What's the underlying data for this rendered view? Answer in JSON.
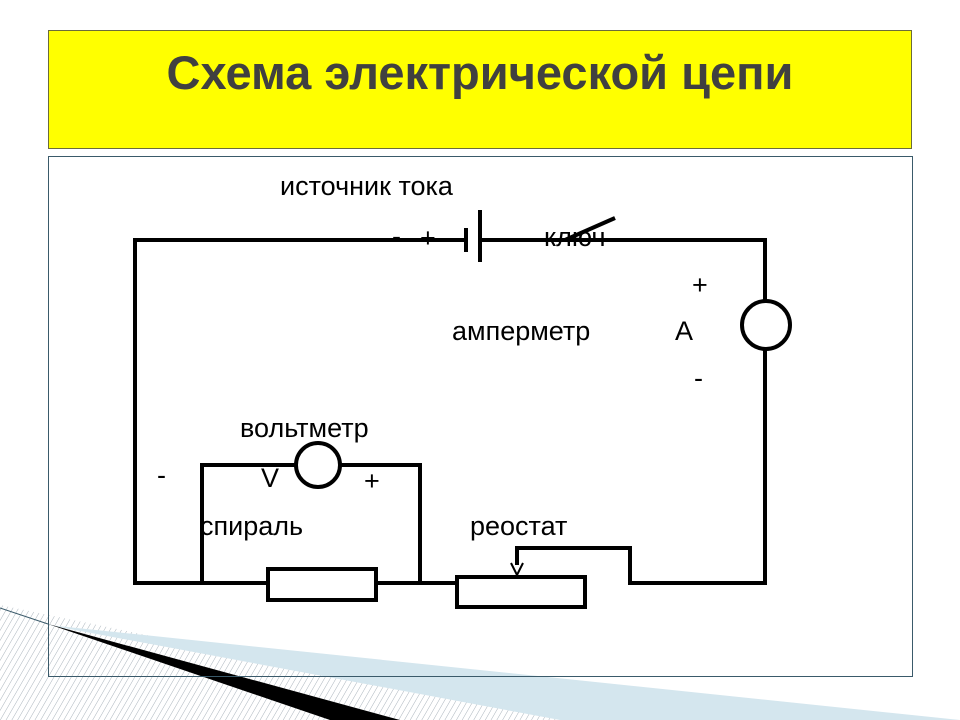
{
  "title": "Схема электрической цепи",
  "labels": {
    "source": "источник тока",
    "source_minus": "-",
    "source_plus": "+",
    "switch": "ключ",
    "ammeter_plus": "+",
    "ammeter": "амперметр",
    "ammeter_symbol": "А",
    "ammeter_minus": "-",
    "voltmeter": "вольтметр",
    "voltmeter_minus": "-",
    "voltmeter_symbol": "V",
    "voltmeter_plus": "+",
    "spiral": "спираль",
    "rheostat": "реостат"
  },
  "colors": {
    "title_bg": "#ffff00",
    "title_text": "#404040",
    "frame": "#3a5a6a"
  }
}
